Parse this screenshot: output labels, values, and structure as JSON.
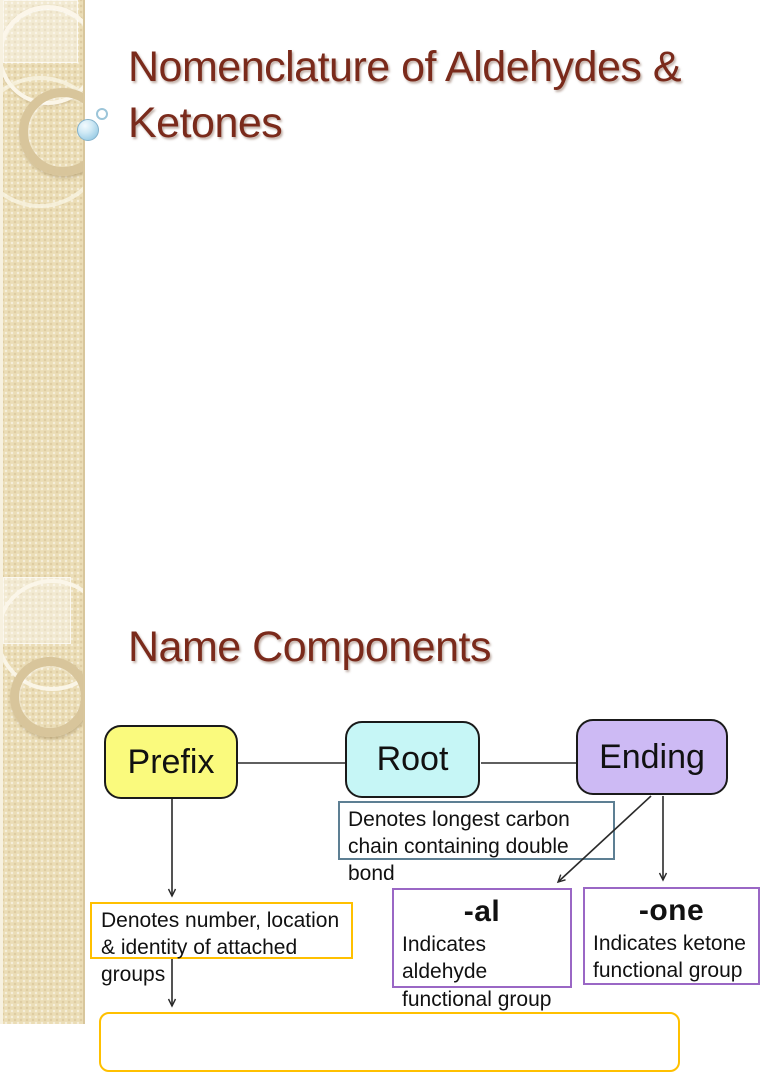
{
  "slides": [
    {
      "title": "Nomenclature of Aldehydes &\nKetones"
    },
    {
      "title": "Name Components",
      "diagram": {
        "prefix_label": "Prefix",
        "root_label": "Root",
        "ending_label": "Ending",
        "root_note": "Denotes longest carbon\nchain containing double bond",
        "prefix_note": "Denotes number, location\n& identity of attached\ngroups",
        "al_heading": "-al",
        "al_body": "Indicates\naldehyde\nfunctional group",
        "one_heading": "-one",
        "one_body": "Indicates ketone\nfunctional group"
      }
    }
  ],
  "colors": {
    "title_text": "#7A2A1B",
    "sidebar_tan": "#EBDDB6",
    "prefix_fill": "#FAFA7D",
    "root_fill": "#C6F6F6",
    "ending_fill": "#CDBAF4",
    "orange_border": "#FFC000",
    "purple_border": "#9A67C5",
    "blue_border": "#5D7F93",
    "arrow_stroke": "#2A2A2A",
    "sphere_blue": "#A5D2E8"
  }
}
